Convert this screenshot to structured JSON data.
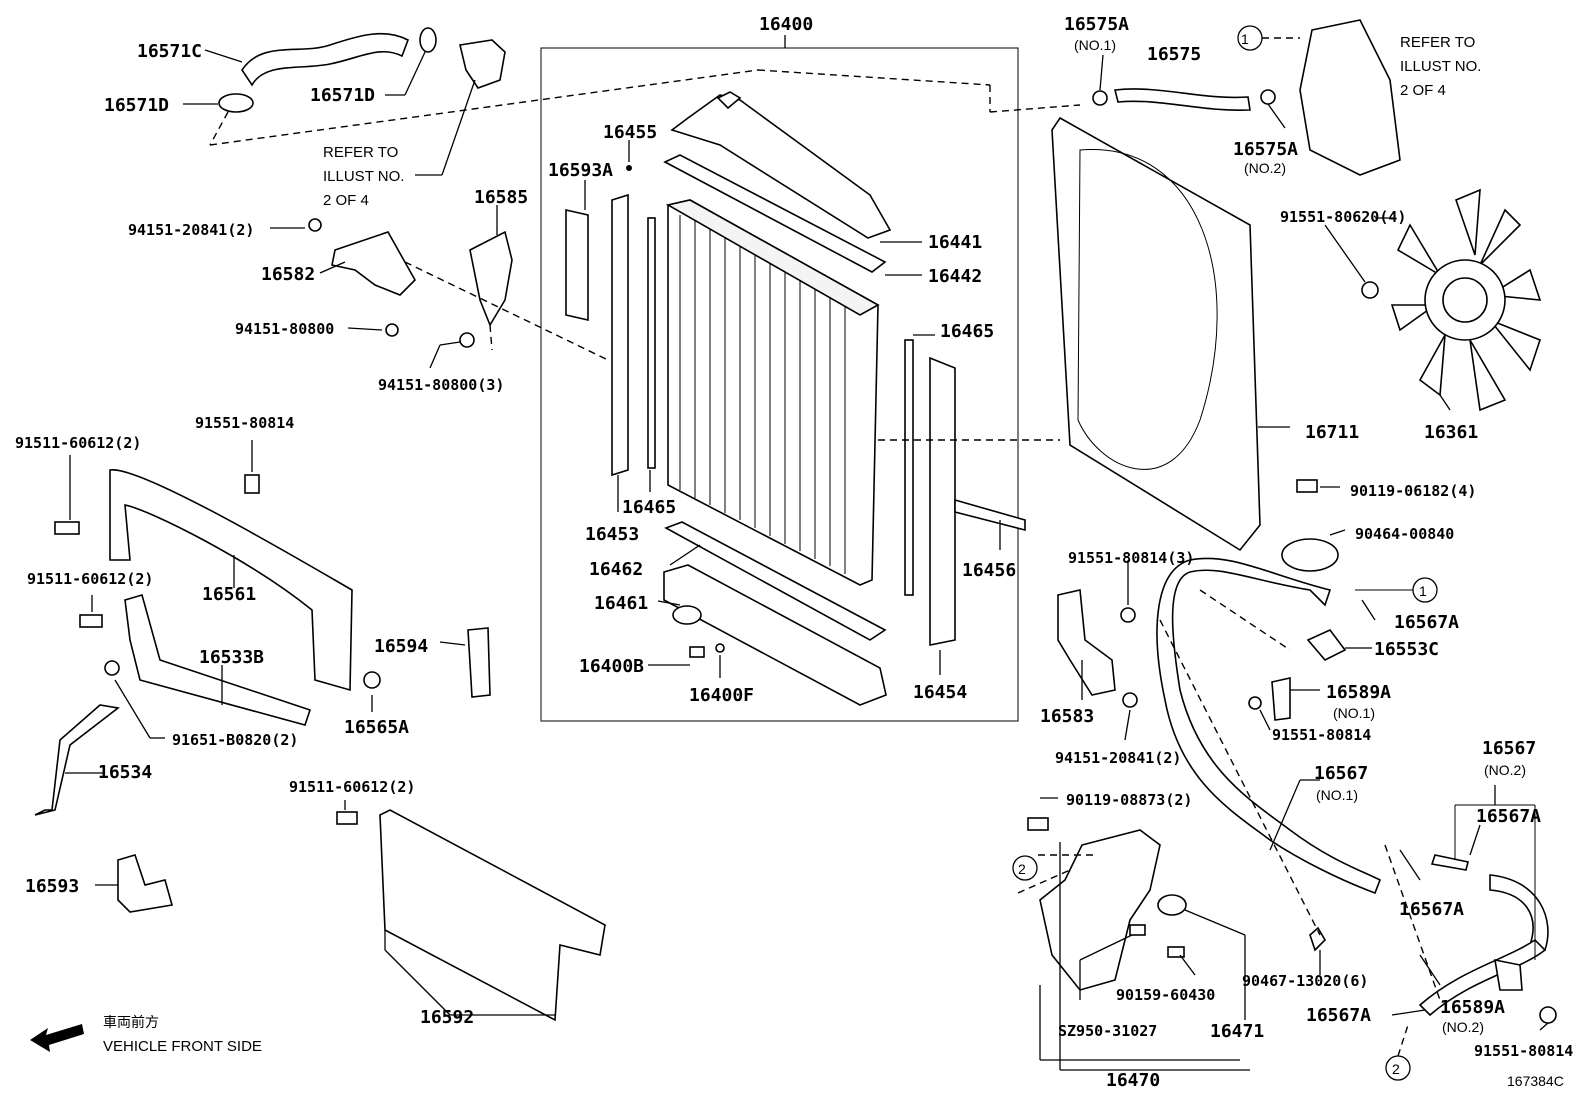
{
  "labels": {
    "p16400": "16400",
    "p16571C": "16571C",
    "p16571D_a": "16571D",
    "p16571D_b": "16571D",
    "ref1_line1": "REFER TO",
    "ref1_line2": "ILLUST NO.",
    "ref1_line3": "2 OF 4",
    "p94151_20841_top": "94151-20841(2)",
    "p16582": "16582",
    "p94151_80800": "94151-80800",
    "p94151_80800_3": "94151-80800(3)",
    "p16585": "16585",
    "p16455": "16455",
    "p16593A": "16593A",
    "p16441": "16441",
    "p16442": "16442",
    "p16465_a": "16465",
    "p16465_b": "16465",
    "p16453": "16453",
    "p16462": "16462",
    "p16461": "16461",
    "p16400B": "16400B",
    "p16400F": "16400F",
    "p16454": "16454",
    "p16456": "16456",
    "p16575A_top": "16575A",
    "no1_a": "(NO.1)",
    "p16575": "16575",
    "p16575A_mid": "16575A",
    "no2_a": "(NO.2)",
    "ref2_line1": "REFER TO",
    "ref2_line2": "ILLUST NO.",
    "ref2_line3": "2 OF 4",
    "p91551_80620": "91551-80620(4)",
    "p16711": "16711",
    "p16361": "16361",
    "p90119_06182": "90119-06182(4)",
    "p90464_00840": "90464-00840",
    "p91551_80814_3": "91551-80814(3)",
    "p16567A_a": "16567A",
    "p16553C": "16553C",
    "p16589A_a": "16589A",
    "no1_b": "(NO.1)",
    "p91551_80814_mid": "91551-80814",
    "p16583": "16583",
    "p94151_20841_bot": "94151-20841(2)",
    "p16567_a": "16567",
    "no1_c": "(NO.1)",
    "p16567_b": "16567",
    "no2_b": "(NO.2)",
    "p16567A_b": "16567A",
    "p90119_08873": "90119-08873(2)",
    "p16567A_c": "16567A",
    "p90467_13020": "90467-13020(6)",
    "p16589A_b": "16589A",
    "no2_c": "(NO.2)",
    "p16567A_d": "16567A",
    "p91551_80814_bot": "91551-80814",
    "p90159_60430": "90159-60430",
    "pSZ950": "SZ950-31027",
    "p16471": "16471",
    "p16470": "16470",
    "p91511_60612_a": "91511-60612(2)",
    "p91551_80814_left": "91551-80814",
    "p16561": "16561",
    "p91511_60612_b": "91511-60612(2)",
    "p16533B": "16533B",
    "p91651_B0820": "91651-B0820(2)",
    "p16534": "16534",
    "p16594": "16594",
    "p16565A": "16565A",
    "p91511_60612_c": "91511-60612(2)",
    "p16593": "16593",
    "p16592": "16592",
    "front_jp": "車両前方",
    "front_en": "VEHICLE FRONT SIDE",
    "ill_code": "167384C",
    "circle1_a": "1",
    "circle1_b": "1",
    "circle2_a": "2",
    "circle2_b": "2"
  }
}
